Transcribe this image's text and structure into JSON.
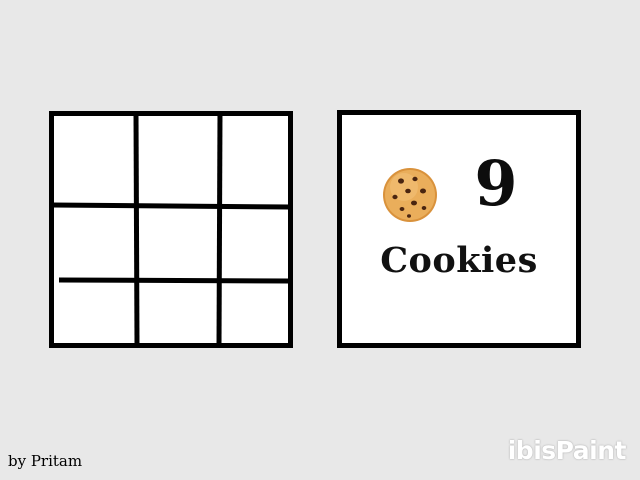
{
  "card": {
    "icon": "cookie-icon",
    "count": "9",
    "label": "Cookies"
  },
  "grid": {
    "rows": 3,
    "columns": 3,
    "cells": 9
  },
  "credit": "by Pritam",
  "watermark": "ibisPaint",
  "colors": {
    "background": "#e8e8e8",
    "lines": "#000000",
    "cookie": "#e3a24b",
    "chips": "#4a2510"
  }
}
